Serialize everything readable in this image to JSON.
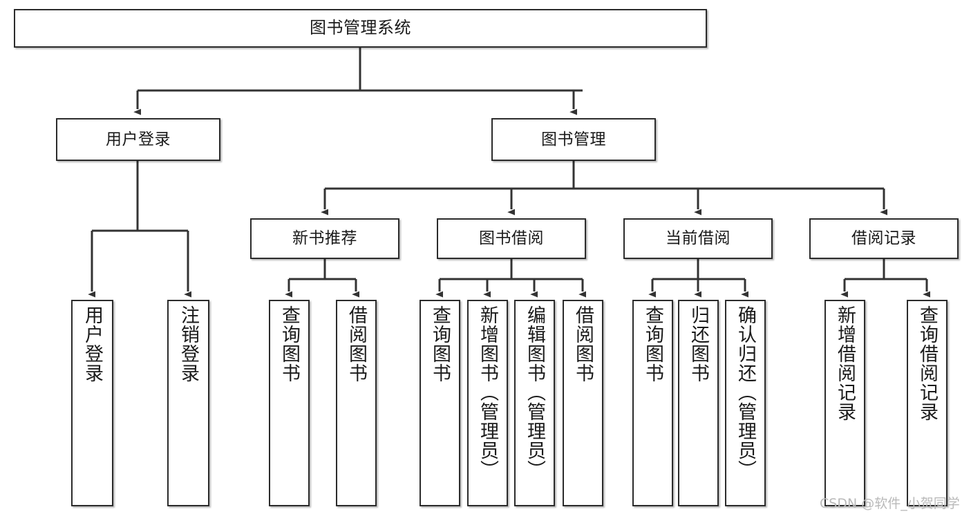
{
  "diagram": {
    "title": "图书管理系统",
    "type": "tree-hierarchy",
    "watermark": "CSDN @软件_小贺同学",
    "colors": {
      "box_border": "#2b2b2b",
      "box_fill": "#ffffff",
      "edge": "#333333",
      "text": "#1a1a1a",
      "watermark": "#b9b9b9"
    }
  },
  "nodes": {
    "root": {
      "label": "图书管理系统",
      "level": 1
    },
    "level2": [
      {
        "id": "user-login",
        "label": "用户登录"
      },
      {
        "id": "book-manage",
        "label": "图书管理"
      }
    ],
    "level3": [
      {
        "id": "new-book-recommend",
        "label": "新书推荐"
      },
      {
        "id": "book-borrow",
        "label": "图书借阅"
      },
      {
        "id": "current-borrow",
        "label": "当前借阅"
      },
      {
        "id": "borrow-record",
        "label": "借阅记录"
      }
    ],
    "leaves": {
      "user_login": [
        {
          "id": "leaf-user-login",
          "label": "用户登录"
        },
        {
          "id": "leaf-logout-login",
          "label": "注销登录"
        }
      ],
      "new_book_recommend": [
        {
          "id": "leaf-query-book-1",
          "label": "查询图书"
        },
        {
          "id": "leaf-borrow-book-1",
          "label": "借阅图书"
        }
      ],
      "book_borrow": [
        {
          "id": "leaf-query-book-2",
          "label": "查询图书"
        },
        {
          "id": "leaf-add-book",
          "label": "新增图书（管理员）"
        },
        {
          "id": "leaf-edit-book",
          "label": "编辑图书（管理员）"
        },
        {
          "id": "leaf-borrow-book-2",
          "label": "借阅图书"
        }
      ],
      "current_borrow": [
        {
          "id": "leaf-query-book-3",
          "label": "查询图书"
        },
        {
          "id": "leaf-return-book",
          "label": "归还图书"
        },
        {
          "id": "leaf-confirm-return",
          "label": "确认归还（管理员）"
        }
      ],
      "borrow_record": [
        {
          "id": "leaf-add-record",
          "label": "新增借阅记录"
        },
        {
          "id": "leaf-query-record",
          "label": "查询借阅记录"
        }
      ]
    }
  }
}
